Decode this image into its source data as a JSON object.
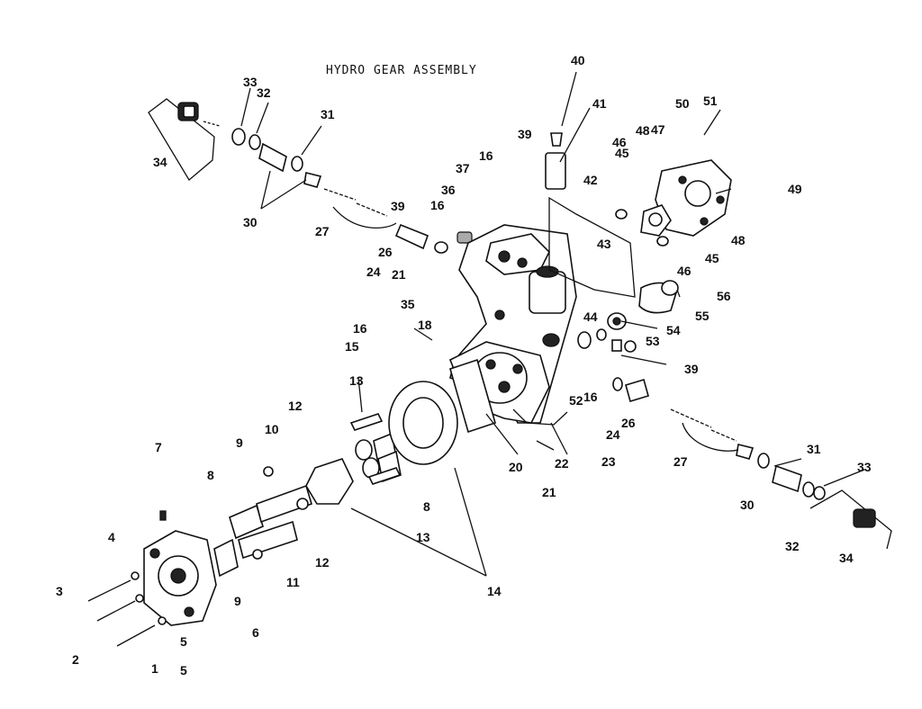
{
  "diagram": {
    "title": "HYDRO GEAR ASSEMBLY",
    "callouts": [
      "1",
      "2",
      "3",
      "4",
      "5",
      "5",
      "6",
      "7",
      "8",
      "8",
      "9",
      "9",
      "10",
      "11",
      "12",
      "12",
      "13",
      "13",
      "14",
      "15",
      "16",
      "16",
      "16",
      "16",
      "18",
      "20",
      "21",
      "21",
      "22",
      "23",
      "24",
      "24",
      "26",
      "26",
      "27",
      "27",
      "30",
      "30",
      "31",
      "31",
      "32",
      "32",
      "33",
      "33",
      "34",
      "34",
      "35",
      "36",
      "37",
      "39",
      "39",
      "39",
      "40",
      "41",
      "42",
      "43",
      "44",
      "45",
      "45",
      "46",
      "46",
      "47",
      "48",
      "48",
      "49",
      "50",
      "51",
      "52",
      "53",
      "54",
      "55",
      "56"
    ]
  }
}
